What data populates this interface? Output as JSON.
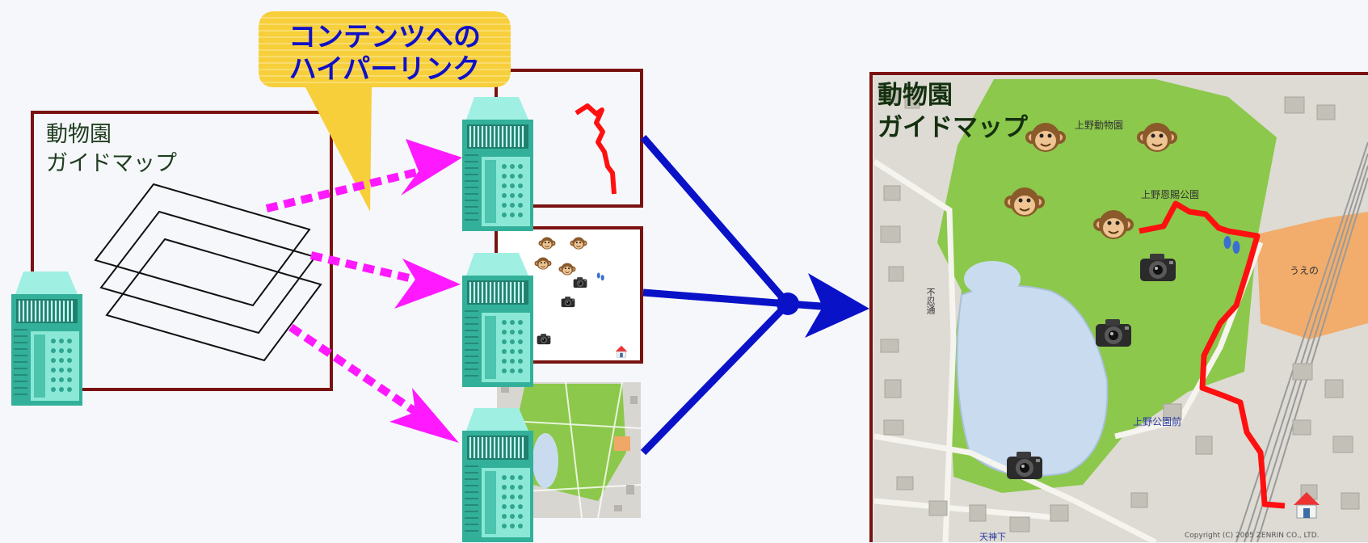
{
  "source_map": {
    "title_line1": "動物園",
    "title_line2": "ガイドマップ"
  },
  "callout": {
    "line1": "コンテンツへの",
    "line2": "ハイパーリンク"
  },
  "result_map": {
    "title_line1": "動物園",
    "title_line2": "ガイドマップ",
    "place_labels": [
      "上野動物園",
      "上野恩賜公園",
      "上野公園前",
      "うえの",
      "不忍通",
      "天神下"
    ],
    "copyright": "Copyright (C) 2005 ZENRIN CO., LTD."
  },
  "colors": {
    "frame": "#7a1212",
    "arrow_magenta": "#ff19ff",
    "arrow_blue": "#0a12c8",
    "route_red": "#ff1010",
    "callout_yellow": "#f7cf3a",
    "server_teal": "#2fb59c",
    "park_green": "#8cc84b",
    "water": "#c9dcef"
  },
  "icons": [
    "monkey-icon",
    "camera-icon",
    "footprint-icon",
    "home-icon",
    "server-icon"
  ]
}
